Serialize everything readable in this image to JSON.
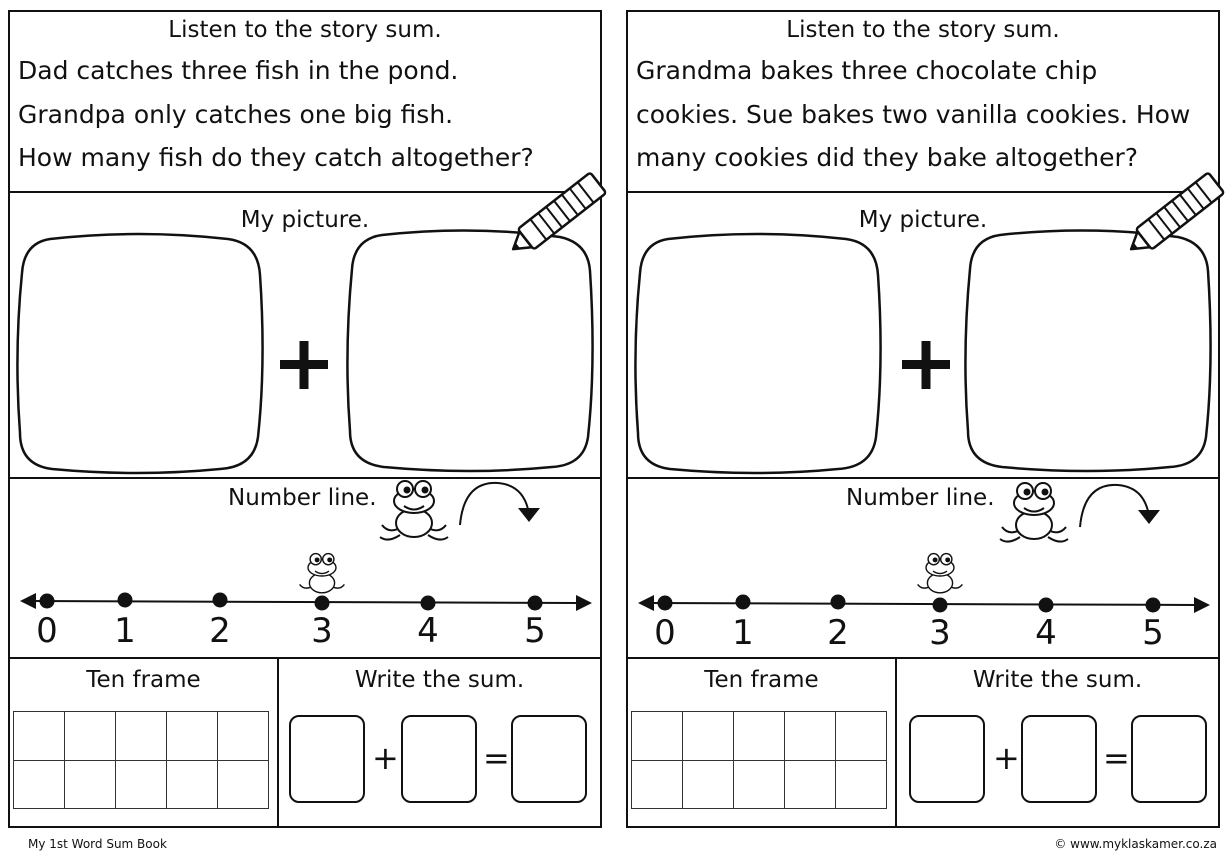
{
  "worksheets": [
    {
      "story_heading": "Listen to the story sum.",
      "story_lines": [
        "Dad catches three fish in the pond.",
        "Grandpa only catches one big fish.",
        "How many fish do they catch altogether?"
      ],
      "picture_heading": "My picture.",
      "plus_symbol": "+",
      "number_line_label": "Number line.",
      "number_line_ticks": [
        "0",
        "1",
        "2",
        "3",
        "4",
        "5"
      ],
      "ten_frame_label": "Ten frame",
      "write_sum_label": "Write the sum.",
      "sum_plus": "+",
      "sum_equals": "="
    },
    {
      "story_heading": "Listen to the story sum.",
      "story_lines": [
        "Grandma bakes three chocolate chip",
        "cookies. Sue bakes two vanilla cookies. How",
        "many cookies did they bake altogether?"
      ],
      "picture_heading": "My picture.",
      "plus_symbol": "+",
      "number_line_label": "Number line.",
      "number_line_ticks": [
        "0",
        "1",
        "2",
        "3",
        "4",
        "5"
      ],
      "ten_frame_label": "Ten frame",
      "write_sum_label": "Write the sum.",
      "sum_plus": "+",
      "sum_equals": "="
    }
  ],
  "footer": {
    "book_title": "My 1st Word Sum Book",
    "copyright": "© www.myklaskamer.co.za"
  },
  "icons": [
    "crayon-icon",
    "frog-icon",
    "curved-jump-arrow-icon",
    "plus-icon"
  ],
  "colors": {
    "ink": "#111111",
    "paper": "#ffffff",
    "grid": "#333333"
  }
}
